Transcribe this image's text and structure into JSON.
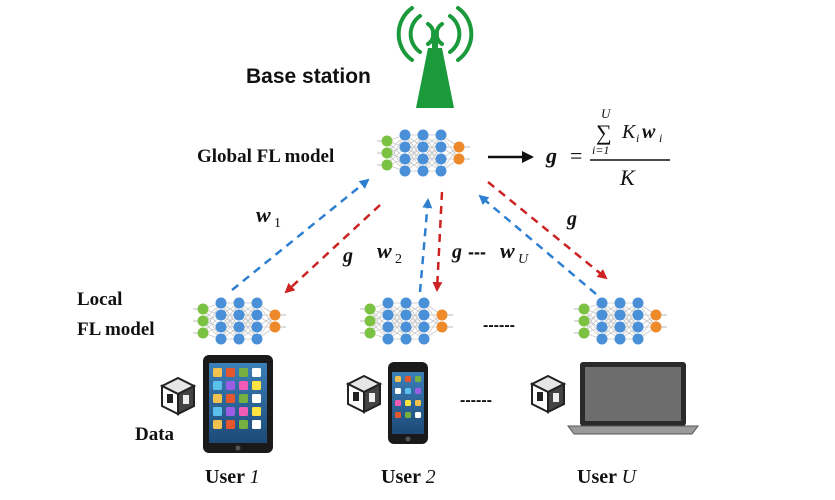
{
  "labels": {
    "base_station": "Base station",
    "global_model": "Global FL model",
    "local_model_line1": "Local",
    "local_model_line2": "FL model",
    "data": "Data",
    "dots_models": "------",
    "dots_devices": "------",
    "dots_links": "---"
  },
  "users": [
    {
      "prefix": "User ",
      "index": "1"
    },
    {
      "prefix": "User ",
      "index": "2"
    },
    {
      "prefix": "User ",
      "index": "U"
    }
  ],
  "links": {
    "w1_base": "w",
    "w1_sub": "1",
    "w2_base": "w",
    "w2_sub": "2",
    "wu_base": "w",
    "wu_sub": "U",
    "g_label": "g"
  },
  "formula": {
    "lhs": "g",
    "equals": "=",
    "sum_top": "U",
    "sum_symbol": "∑",
    "sum_bottom": "i=1",
    "numerator_term": "K",
    "numerator_sub": "i",
    "numerator_w": "w",
    "numerator_w_sub": "i",
    "denominator": "K"
  },
  "colors": {
    "tower": "#1a9a3a",
    "upload_arrow": "#2f7fd0",
    "download_arrow": "#cc2222",
    "input_node": "#7cc242",
    "hidden_node": "#4a90d9",
    "output_node": "#ee8a2a"
  },
  "icons": [
    "signal-waves-icon",
    "antenna-tower-icon",
    "data-cube-icon",
    "tablet-icon",
    "smartphone-icon",
    "laptop-icon"
  ]
}
